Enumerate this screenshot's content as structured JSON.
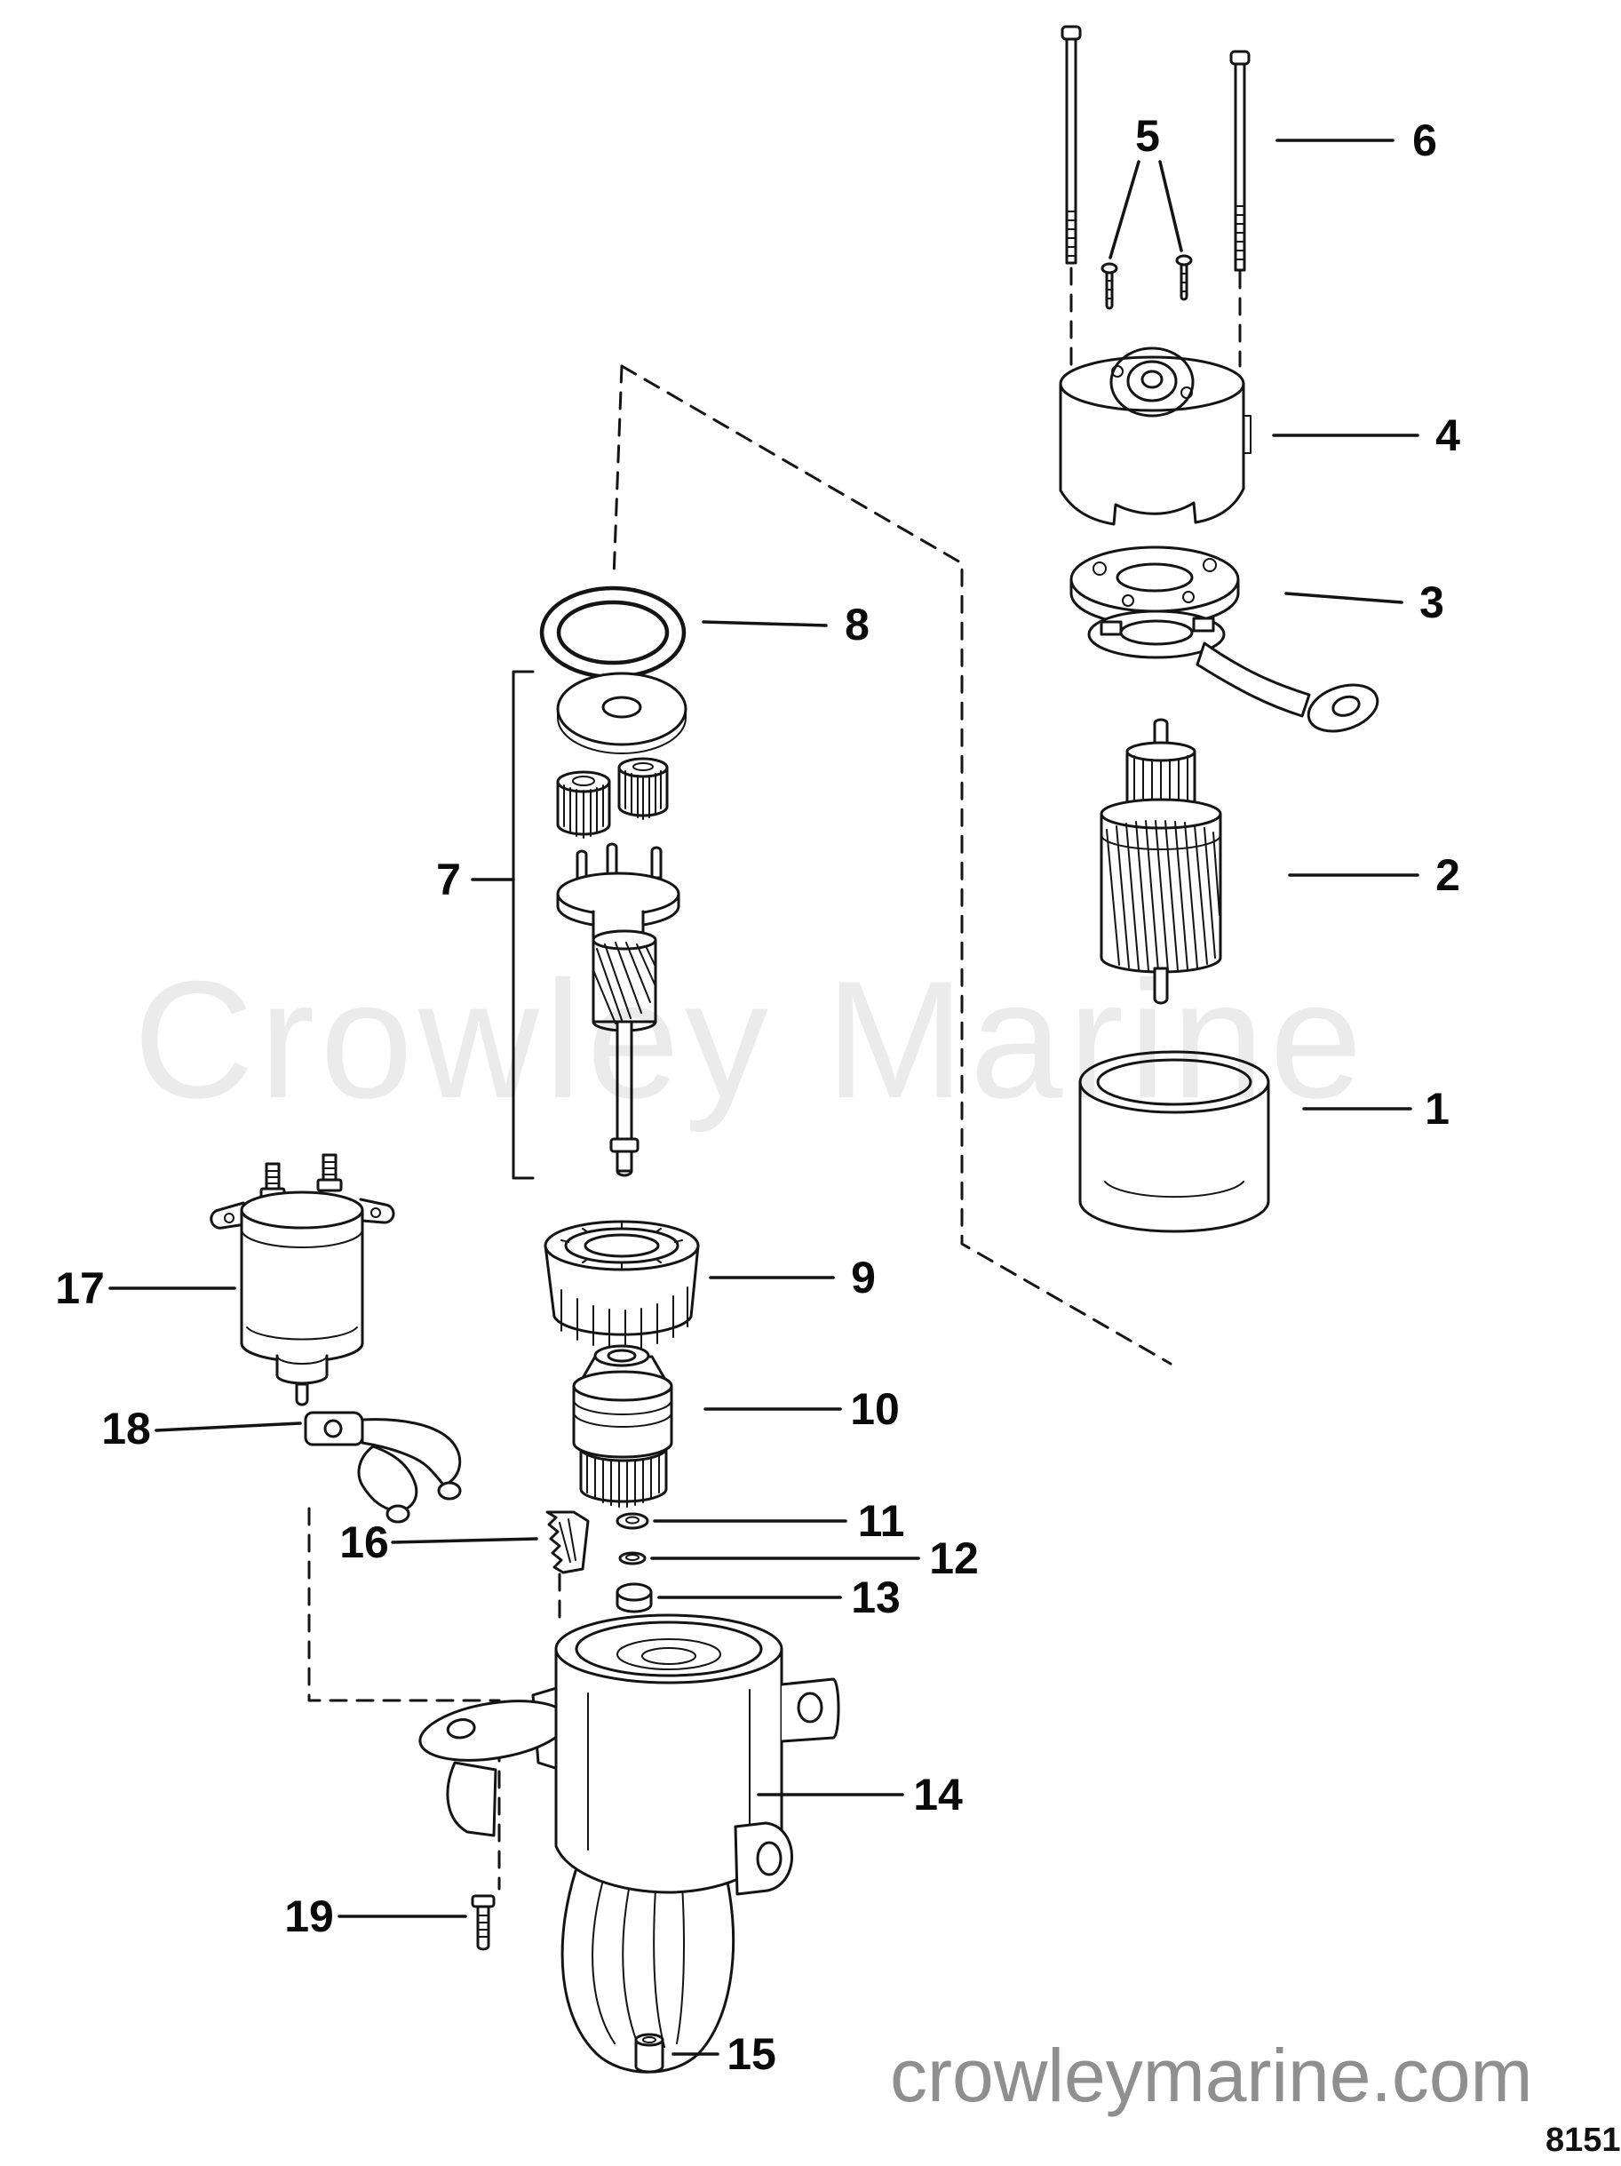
{
  "diagram": {
    "watermark": "Crowley Marine",
    "website": "crowleymarine.com",
    "doc_number": "8151",
    "callouts": [
      "1",
      "2",
      "3",
      "4",
      "5",
      "6",
      "7",
      "8",
      "9",
      "10",
      "11",
      "12",
      "13",
      "14",
      "15",
      "16",
      "17",
      "18",
      "19"
    ]
  }
}
